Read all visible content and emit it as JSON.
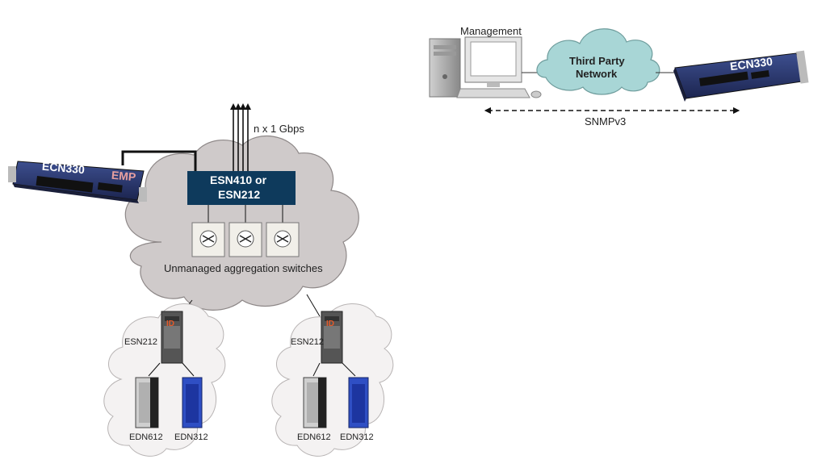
{
  "labels": {
    "management": "Management",
    "third_party_network_line1": "Third Party",
    "third_party_network_line2": "Network",
    "ecn330_right": "ECN330",
    "snmp": "SNMPv3",
    "uplink": "n x 1 Gbps",
    "ecn330_left": "ECN330",
    "emp": "EMP",
    "esn_box_line1": "ESN410 or",
    "esn_box_line2": "ESN212",
    "unmanaged": "Unmanaged aggregation switches",
    "esn212_left": "ESN212",
    "esn212_right": "ESN212",
    "edn612_left": "EDN612",
    "edn312_left": "EDN312",
    "edn612_right": "EDN612",
    "edn312_right": "EDN312"
  },
  "colors": {
    "cloud_grey": "#cfcaca",
    "cloud_teal": "#a8d6d6",
    "esn_box": "#0e3a5c",
    "device_blue": "#2b3a73",
    "edn312_blue": "#2f4fc4",
    "emp_text": "#e8a0a0"
  },
  "icons": {
    "switch": "switch-cross-icon",
    "pc": "desktop-computer-icon"
  }
}
